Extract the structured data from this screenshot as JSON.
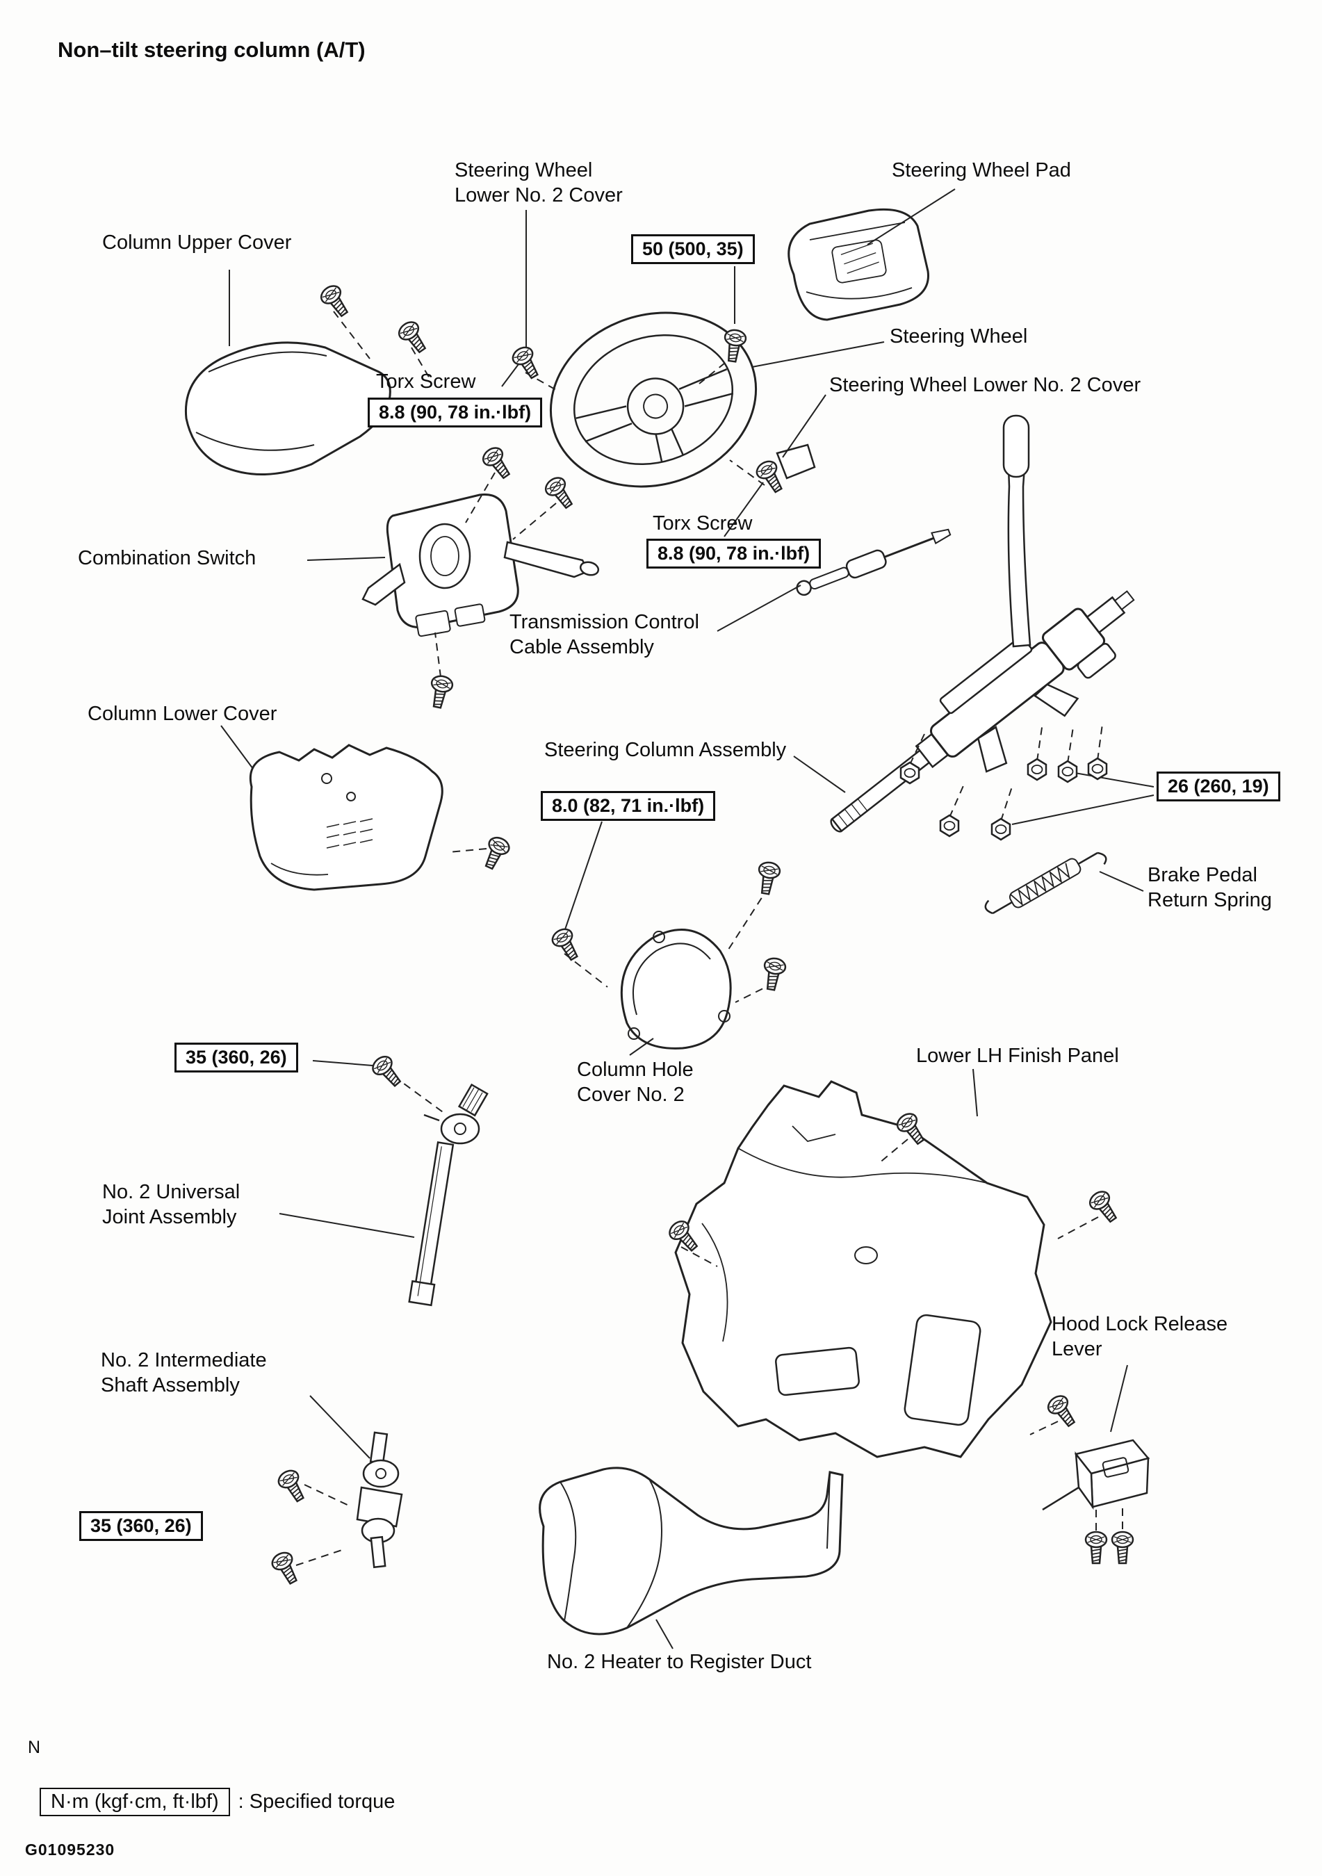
{
  "page": {
    "title": "Non–tilt steering column (A/T)",
    "figure_id": "G01095230",
    "footnote": "N"
  },
  "legend": {
    "unit_box": "N·m (kgf·cm, ft·lbf)",
    "description": ": Specified torque"
  },
  "labels": {
    "steering_wheel_lower_no2_cover_top": "Steering Wheel\nLower No. 2 Cover",
    "steering_wheel_pad": "Steering Wheel Pad",
    "column_upper_cover": "Column Upper Cover",
    "steering_wheel": "Steering Wheel",
    "torx_screw_upper": "Torx Screw",
    "steering_wheel_lower_no2_cover_right": "Steering Wheel Lower No. 2 Cover",
    "combination_switch": "Combination Switch",
    "torx_screw_lower": "Torx Screw",
    "transmission_control_cable_assembly": "Transmission Control\nCable Assembly",
    "column_lower_cover": "Column Lower Cover",
    "steering_column_assembly": "Steering Column Assembly",
    "brake_pedal_return_spring": "Brake Pedal\nReturn Spring",
    "column_hole_cover_no2": "Column Hole\nCover No. 2",
    "lower_lh_finish_panel": "Lower LH Finish Panel",
    "no2_universal_joint_assembly": "No. 2 Universal\nJoint Assembly",
    "no2_intermediate_shaft_assembly": "No. 2 Intermediate\nShaft Assembly",
    "hood_lock_release_lever": "Hood Lock Release\nLever",
    "no2_heater_to_register_duct": "No. 2 Heater to Register Duct"
  },
  "torque_specs": {
    "steering_wheel_set_nut": "50 (500, 35)",
    "torx_screw_upper": "8.8 (90, 78 in.·lbf)",
    "torx_screw_lower": "8.8 (90, 78 in.·lbf)",
    "column_hole_cover": "8.0 (82, 71 in.·lbf)",
    "column_mounting": "26 (260, 19)",
    "universal_joint_bolt": "35 (360, 26)",
    "intermediate_shaft_bolt": "35 (360, 26)"
  }
}
